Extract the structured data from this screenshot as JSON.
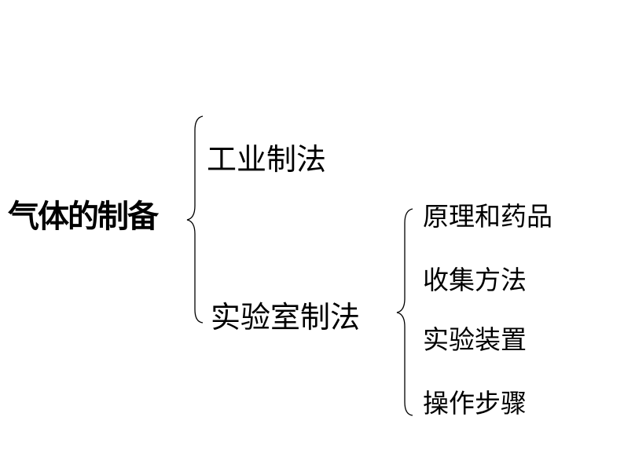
{
  "root": "气体的制备",
  "branches": [
    "工业制法",
    "实验室制法"
  ],
  "lab_items": [
    "原理和药品",
    "收集方法",
    "实验装置",
    "操作步骤"
  ]
}
